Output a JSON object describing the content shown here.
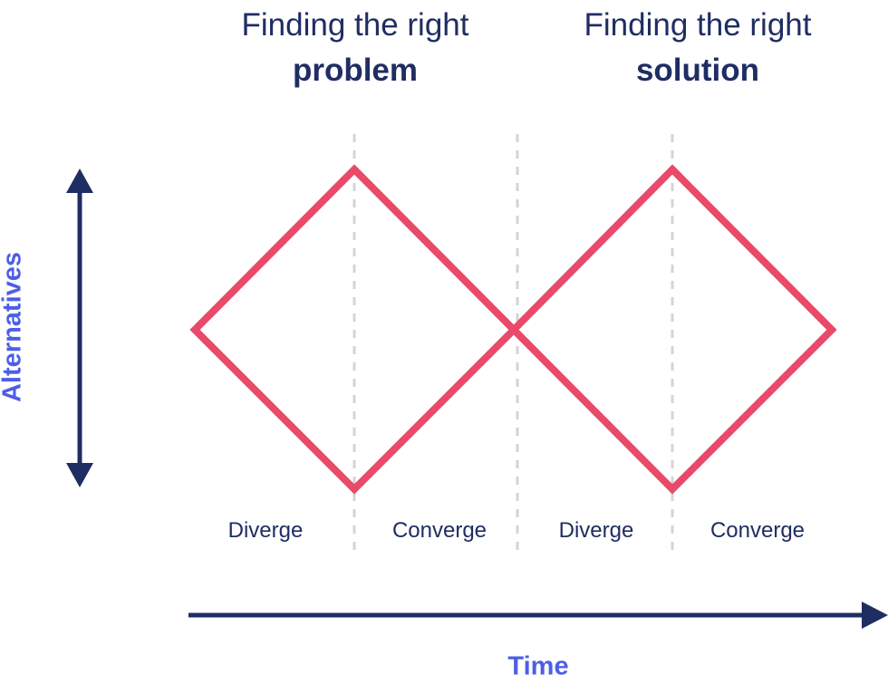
{
  "headings": [
    {
      "regular": "Finding the right",
      "bold": "problem"
    },
    {
      "regular": "Finding the right",
      "bold": "solution"
    }
  ],
  "phases": [
    "Diverge",
    "Converge",
    "Diverge",
    "Converge"
  ],
  "axes": {
    "y_label": "Alternatives",
    "x_label": "Time"
  },
  "colors": {
    "diamond": "#e94a6a",
    "text_dark": "#1f2d63",
    "axis_label": "#4d5ee6",
    "arrow": "#1f2d63",
    "divider": "#d4d4d4"
  }
}
